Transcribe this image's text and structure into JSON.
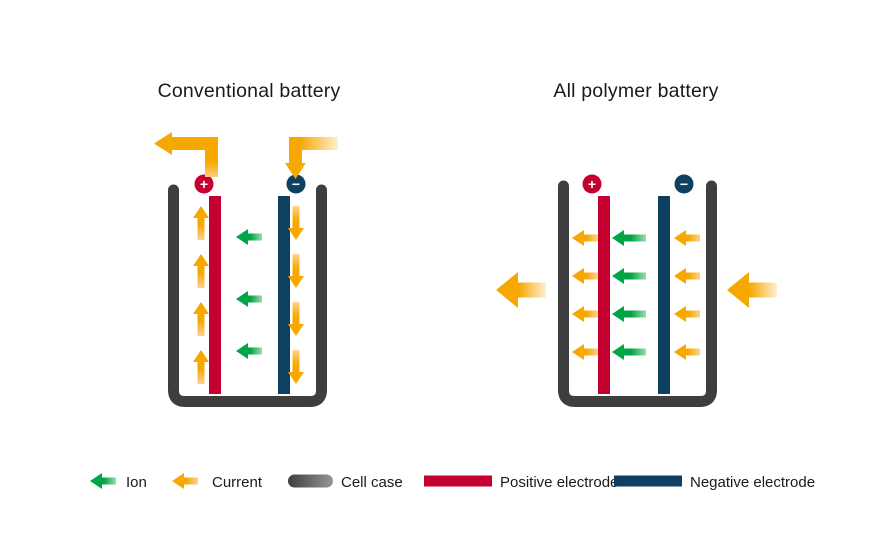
{
  "diagrams": {
    "conventional": {
      "title": "Conventional battery",
      "positive_terminal": "+",
      "negative_terminal": "−"
    },
    "all_polymer": {
      "title": "All polymer battery",
      "positive_terminal": "+",
      "negative_terminal": "−"
    }
  },
  "legend": {
    "items": [
      {
        "label": "Ion",
        "icon": "ion-arrow-icon"
      },
      {
        "label": "Current",
        "icon": "current-arrow-icon"
      },
      {
        "label": "Cell case",
        "icon": "cell-case-swatch"
      },
      {
        "label": "Positive electrode",
        "icon": "positive-electrode-swatch"
      },
      {
        "label": "Negative electrode",
        "icon": "negative-electrode-swatch"
      }
    ]
  },
  "colors": {
    "ion": "#00a546",
    "ion_light": "#9bdcb0",
    "current": "#f6a800",
    "current_light": "#fbd489",
    "current_faint": "#fdf0d2",
    "case": "#3e3e3e",
    "case_light": "#969696",
    "positive": "#c3002f",
    "negative": "#104061"
  }
}
